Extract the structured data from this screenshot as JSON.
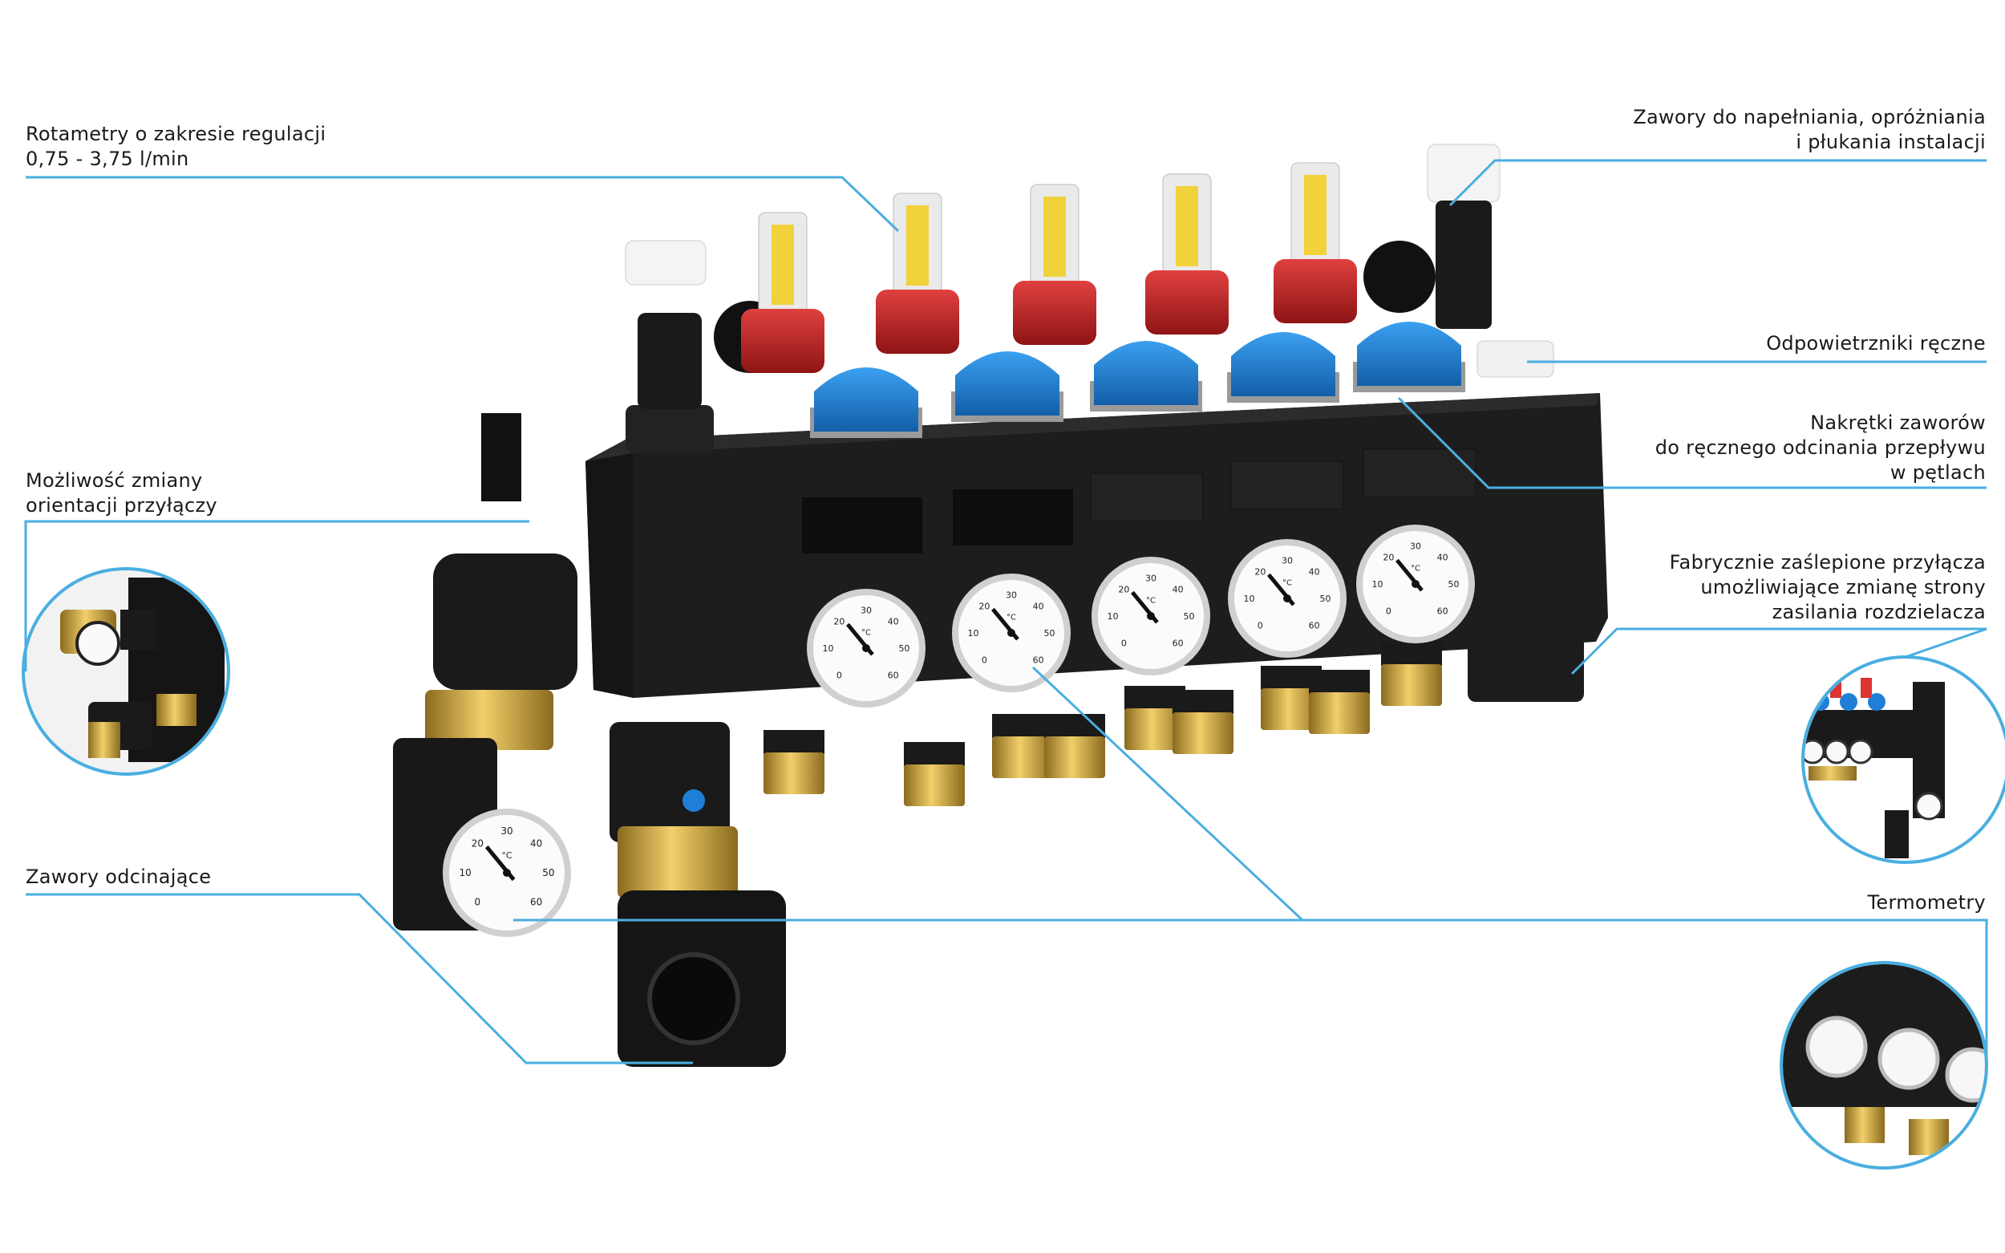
{
  "callouts": {
    "rotameters": {
      "lines": [
        "Rotametry o zakresie regulacji",
        "0,75 - 3,75 l/min"
      ]
    },
    "orientation": {
      "lines": [
        "Możliwość zmiany",
        "orientacji przyłączy"
      ]
    },
    "shutoff_valves": {
      "lines": [
        "Zawory odcinające"
      ]
    },
    "fill_drain_valves": {
      "lines": [
        "Zawory do napełniania, opróżniania",
        "i płukania instalacji"
      ]
    },
    "air_vents": {
      "lines": [
        "Odpowietrzniki ręczne"
      ]
    },
    "valve_caps": {
      "lines": [
        "Nakrętki zaworów",
        "do ręcznego odcinania przepływu",
        "w pętlach"
      ]
    },
    "blanked_ports": {
      "lines": [
        "Fabrycznie zaślepione przyłącza",
        "umożliwiające zmianę strony",
        "zasilania rozdzielacza"
      ]
    },
    "thermometers": {
      "lines": [
        "Termometry"
      ]
    }
  },
  "gauge_scale": {
    "ticks": [
      "0",
      "10",
      "20",
      "30",
      "40",
      "50",
      "60"
    ],
    "unit": "°C"
  },
  "colors": {
    "accent": "#4aaee0",
    "body": "#1c1c1c",
    "cap_blue": "#1f7fd6",
    "rotameter_red": "#c62828",
    "brass": "#c9a23a"
  }
}
